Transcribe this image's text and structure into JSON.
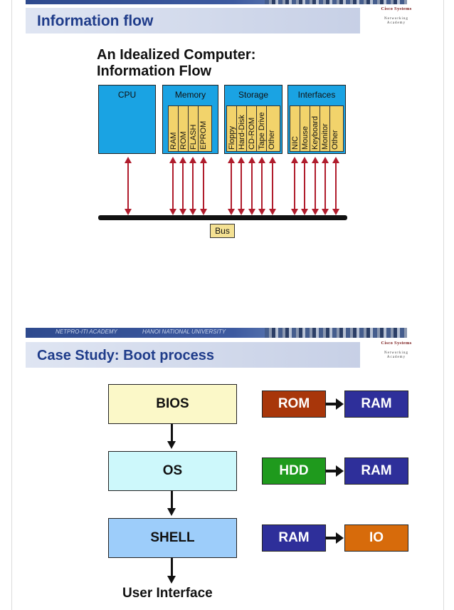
{
  "slide1": {
    "title": "Information flow",
    "logo_top": "Cisco Systems",
    "logo_bottom": "Networking Academy",
    "heading_line1": "An Idealized Computer:",
    "heading_line2": "Information Flow",
    "components": [
      {
        "label": "CPU",
        "chips": []
      },
      {
        "label": "Memory",
        "chips": [
          "RAM",
          "ROM",
          "FLASH",
          "EPROM"
        ]
      },
      {
        "label": "Storage",
        "chips": [
          "Floppy",
          "Hard-Disk",
          "CD-ROM",
          "Tape Drive",
          "Other"
        ]
      },
      {
        "label": "Interfaces",
        "chips": [
          "NIC",
          "Mouse",
          "Keyboard",
          "Monitor",
          "Other"
        ]
      }
    ],
    "bus_label": "Bus",
    "colors": {
      "component": "#1aa3e3",
      "chip": "#f2d36b",
      "arrow": "#b01c2c",
      "title": "#1f3c8a"
    }
  },
  "slide2": {
    "banner_left": "NETPRO-ITI ACADEMY",
    "banner_right": "HANOI NATIONAL UNIVERSITY",
    "title": "Case Study: Boot process",
    "logo_top": "Cisco Systems",
    "logo_bottom": "Networking Academy",
    "steps": [
      {
        "label": "BIOS",
        "color": "#fbf8c8"
      },
      {
        "label": "OS",
        "color": "#cdf8fb"
      },
      {
        "label": "SHELL",
        "color": "#9dcdfa"
      }
    ],
    "flows": [
      {
        "from": "ROM",
        "from_color": "#a8360a",
        "to": "RAM",
        "to_color": "#2e2f9a"
      },
      {
        "from": "HDD",
        "from_color": "#1f9a1d",
        "to": "RAM",
        "to_color": "#2e2f9a"
      },
      {
        "from": "RAM",
        "from_color": "#2e2f9a",
        "to": "IO",
        "to_color": "#d76b0b"
      }
    ],
    "end_label": "User Interface"
  }
}
